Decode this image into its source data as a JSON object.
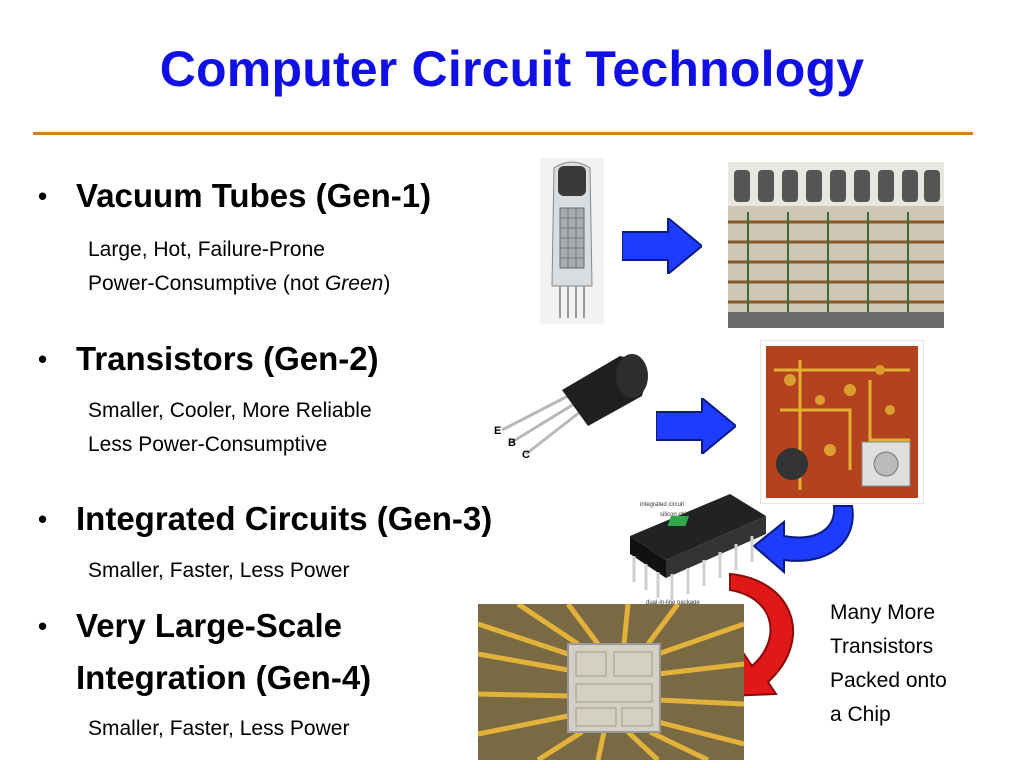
{
  "slide": {
    "title": "Computer Circuit Technology",
    "bullets": [
      {
        "heading": "Vacuum Tubes (Gen-1)",
        "lines": [
          "Large, Hot, Failure-Prone",
          "Power-Consumptive (not "
        ],
        "emphasis": "Green",
        "tail": ")"
      },
      {
        "heading": "Transistors (Gen-2)",
        "lines": [
          "Smaller, Cooler, More Reliable",
          "Less Power-Consumptive"
        ]
      },
      {
        "heading": "Integrated Circuits (Gen-3)",
        "lines": [
          "Smaller, Faster, Less Power"
        ]
      },
      {
        "heading_line1": "Very Large-Scale",
        "heading_line2": "Integration (Gen-4)",
        "lines": [
          "Smaller, Faster, Less Power"
        ]
      }
    ],
    "caption_lines": [
      "Many More",
      "Transistors",
      "Packed onto",
      "a Chip"
    ],
    "transistor_leads": [
      "E",
      "B",
      "C"
    ],
    "chip_labels": {
      "package": "integrated circuit",
      "silicon": "silicon chip",
      "bottom": "dual-in-line package"
    }
  },
  "colors": {
    "title": "#1010e6",
    "rule": "#e07b1c",
    "blue_arrow": "#1e3cff",
    "red_arrow": "#e01818"
  },
  "icons": {
    "arrow_right": "blue-right-arrow-icon",
    "curved_blue": "curved-blue-arrow-icon",
    "curved_red": "curved-red-arrow-icon"
  }
}
